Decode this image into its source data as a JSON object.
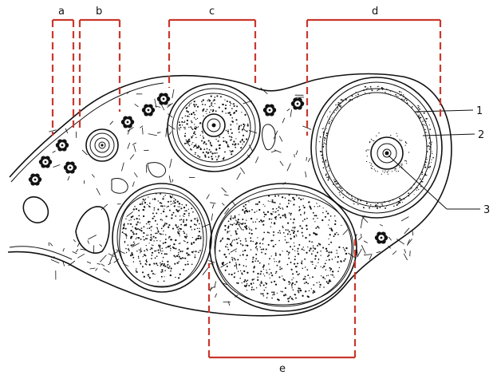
{
  "labels": {
    "a": "a",
    "b": "b",
    "c": "c",
    "d": "d",
    "e": "e",
    "n1": "1",
    "n2": "2",
    "n3": "3"
  },
  "colors": {
    "bracket": "#c8382d",
    "ink": "#111111",
    "background": "#ffffff"
  }
}
